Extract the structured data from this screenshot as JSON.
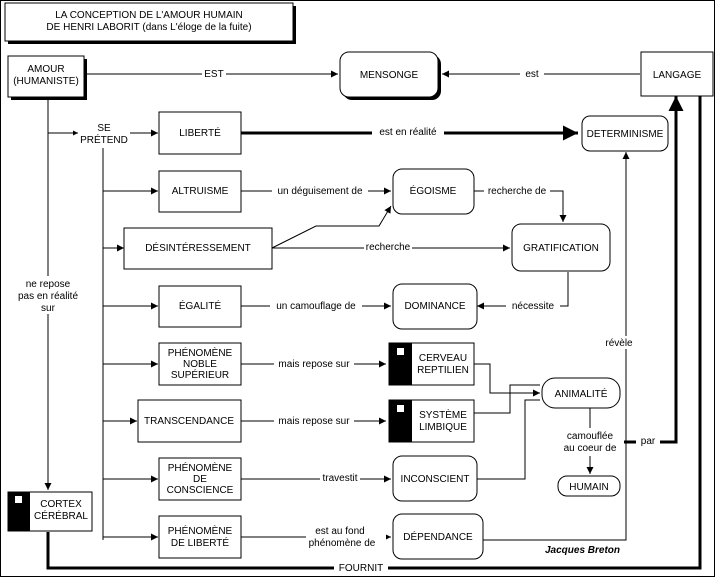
{
  "title": {
    "line1": "LA CONCEPTION DE L'AMOUR HUMAIN",
    "line2": "DE HENRI LABORIT (dans L'éloge de la fuite)"
  },
  "nodes": {
    "amour": {
      "line1": "AMOUR",
      "line2": "(HUMANISTE)"
    },
    "mensonge": "MENSONGE",
    "langage": "LANGAGE",
    "liberte": "LIBERTÉ",
    "determinisme": "DETERMINISME",
    "altruisme": "ALTRUISME",
    "egoisme": "ÉGOISME",
    "desinteressement": "DÉSINTÉRESSEMENT",
    "gratification": "GRATIFICATION",
    "egalite": "ÉGALITÉ",
    "dominance": "DOMINANCE",
    "phenomene_noble": {
      "line1": "PHÉNOMÈNE",
      "line2": "NOBLE",
      "line3": "SUPÉRIEUR"
    },
    "cerveau": {
      "line1": "CERVEAU",
      "line2": "REPTILIEN"
    },
    "transcendance": "TRANSCENDANCE",
    "systeme": {
      "line1": "SYSTÈME",
      "line2": "LIMBIQUE"
    },
    "animalite": "ANIMALITÉ",
    "phenomene_conscience": {
      "line1": "PHÉNOMÈNE",
      "line2": "DE",
      "line3": "CONSCIENCE"
    },
    "inconscient": "INCONSCIENT",
    "humain": "HUMAIN",
    "cortex": {
      "line1": "CORTEX",
      "line2": "CÉRÉBRAL"
    },
    "phenomene_liberte": {
      "line1": "PHÉNOMÈNE",
      "line2": "DE LIBERTÉ"
    },
    "dependance": "DÉPENDANCE"
  },
  "labels": {
    "est": "EST",
    "est_lower": "est",
    "se": "SE",
    "pretend": "PRÉTEND",
    "est_en_realite": "est en réalité",
    "un_deguisement": "un déguisement de",
    "recherche_de": "recherche de",
    "recherche": "recherche",
    "un_camouflage": "un camouflage de",
    "necessite": "nécessite",
    "mais_repose": "mais repose sur",
    "travestit": "travestit",
    "est_au_fond": "est au fond",
    "phenomene_de": "phénomène de",
    "revele": "révèle",
    "camouflee": "camouflée",
    "au_coeur_de": "au coeur de",
    "par": "par",
    "ne_repose": "ne repose",
    "pas_en_realite": "pas en réalité",
    "sur": "sur",
    "fournit": "FOURNIT"
  },
  "signature": "Jacques Breton"
}
